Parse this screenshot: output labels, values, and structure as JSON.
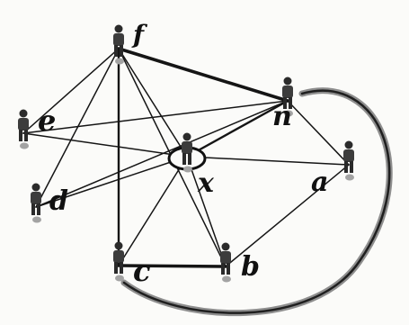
{
  "diagram": {
    "nodes": [
      {
        "id": "f",
        "label": "f"
      },
      {
        "id": "n",
        "label": "n"
      },
      {
        "id": "e",
        "label": "e"
      },
      {
        "id": "x",
        "label": "x",
        "center": true
      },
      {
        "id": "a",
        "label": "a"
      },
      {
        "id": "d",
        "label": "d"
      },
      {
        "id": "c",
        "label": "c"
      },
      {
        "id": "b",
        "label": "b"
      }
    ],
    "edges": [
      {
        "from": "f",
        "to": "n",
        "weight": "heavy"
      },
      {
        "from": "f",
        "to": "x",
        "weight": "thin"
      },
      {
        "from": "f",
        "to": "c",
        "weight": "medium"
      },
      {
        "from": "f",
        "to": "d",
        "weight": "thin"
      },
      {
        "from": "f",
        "to": "b",
        "weight": "thin"
      },
      {
        "from": "f",
        "to": "e",
        "weight": "thin"
      },
      {
        "from": "e",
        "to": "n",
        "weight": "thin"
      },
      {
        "from": "e",
        "to": "x",
        "weight": "thin"
      },
      {
        "from": "d",
        "to": "n",
        "weight": "thin"
      },
      {
        "from": "d",
        "to": "x",
        "weight": "thin"
      },
      {
        "from": "x",
        "to": "a",
        "weight": "thin"
      },
      {
        "from": "x",
        "to": "n",
        "weight": "medium"
      },
      {
        "from": "x",
        "to": "c",
        "weight": "thin"
      },
      {
        "from": "x",
        "to": "b",
        "weight": "thin"
      },
      {
        "from": "n",
        "to": "a",
        "weight": "thin"
      },
      {
        "from": "a",
        "to": "b",
        "weight": "thin"
      },
      {
        "from": "c",
        "to": "b",
        "weight": "heavy"
      }
    ],
    "arc": {
      "from": "n",
      "to": "c",
      "colors": [
        "#8e8e8e",
        "#1f1f1f"
      ]
    }
  }
}
